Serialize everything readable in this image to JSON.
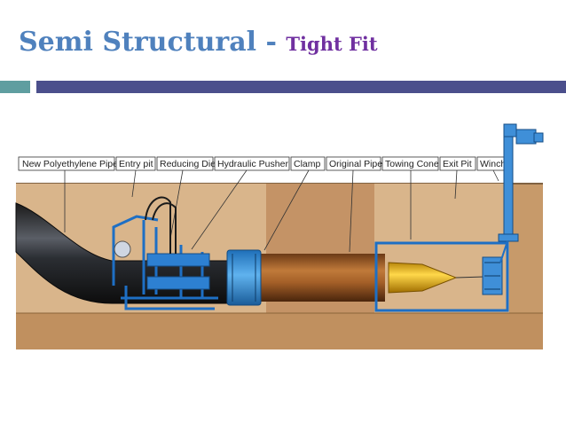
{
  "slide": {
    "title_main": "Semi Structural - ",
    "title_sub": "Tight Fit"
  },
  "diagram": {
    "labels": [
      "New Polyethylene Pipe",
      "Entry pit",
      "Reducing Die",
      "Hydraulic Pusher",
      "Clamp",
      "Original Pipe",
      "Towing Cone",
      "Exit Pit",
      "Winch"
    ]
  }
}
